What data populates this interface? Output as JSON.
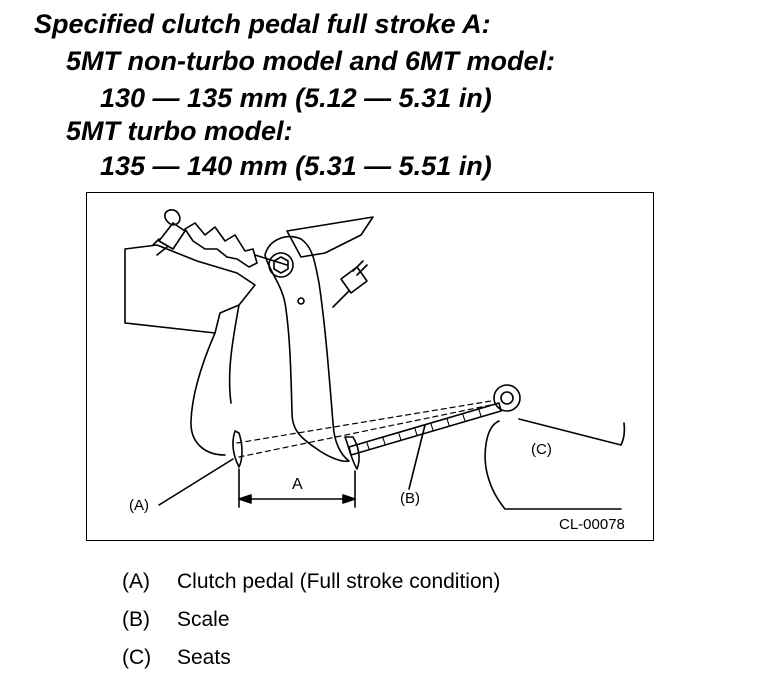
{
  "spec": {
    "title": "Specified clutch pedal full stroke A:",
    "model_a": "5MT non-turbo model and 6MT model:",
    "range_a": "130 — 135 mm (5.12 — 5.31 in)",
    "model_b": "5MT turbo model:",
    "range_b": "135 — 140 mm (5.31 — 5.51 in)"
  },
  "figure": {
    "label_a": "(A)",
    "label_b": "(B)",
    "label_c": "(C)",
    "dimension_label": "A",
    "code": "CL-00078"
  },
  "legend": [
    {
      "key": "(A)",
      "text": "Clutch pedal (Full stroke condition)"
    },
    {
      "key": "(B)",
      "text": "Scale"
    },
    {
      "key": "(C)",
      "text": "Seats"
    }
  ]
}
